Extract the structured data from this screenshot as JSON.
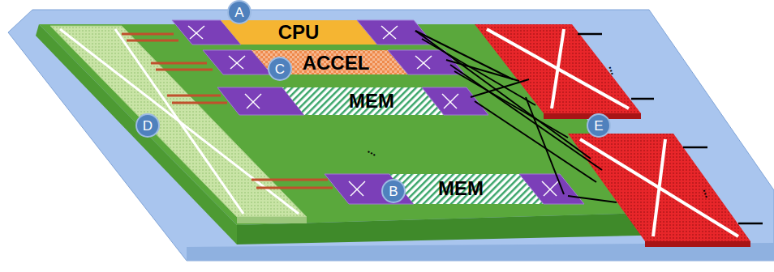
{
  "diagram": {
    "nodes": [
      {
        "text": [
          "CPU"
        ]
      },
      {
        "text": [
          "ACCEL"
        ]
      },
      {
        "text": [
          "MEM"
        ]
      },
      {
        "text": [
          "MEM"
        ]
      }
    ],
    "labels": [
      "A",
      "C",
      "D",
      "E",
      "B",
      "...",
      "...",
      "..."
    ]
  }
}
